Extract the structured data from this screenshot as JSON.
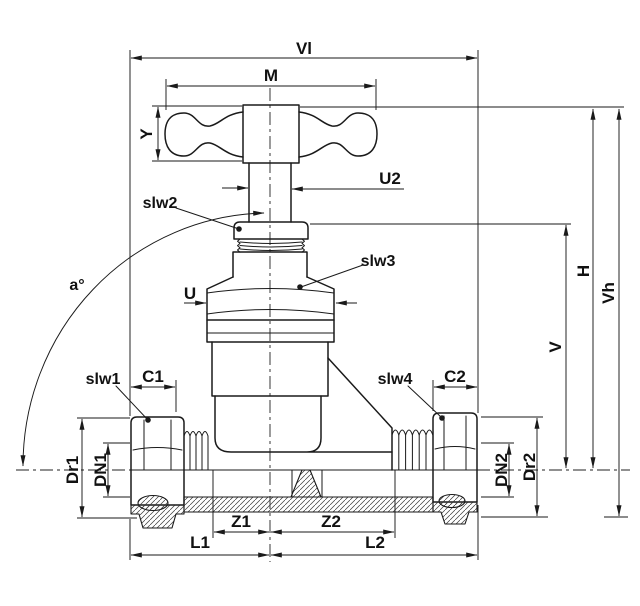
{
  "diagram": {
    "type": "technical-dimension-drawing",
    "subject": "compression stop valve with T-handle, front view half-section",
    "colors": {
      "line": "#1a1a1a",
      "background": "#ffffff"
    },
    "labels": {
      "vl": "Vl",
      "m": "M",
      "y": "Y",
      "u2": "U2",
      "u": "U",
      "slw1": "slw1",
      "slw2": "slw2",
      "slw3": "slw3",
      "slw4": "slw4",
      "angle": "a°",
      "c1": "C1",
      "c2": "C2",
      "v": "V",
      "h": "H",
      "vh": "Vh",
      "dr1": "Dr1",
      "dn1": "DN1",
      "dn2": "DN2",
      "dr2": "Dr2",
      "z1": "Z1",
      "z2": "Z2",
      "l1": "L1",
      "l2": "L2"
    }
  }
}
